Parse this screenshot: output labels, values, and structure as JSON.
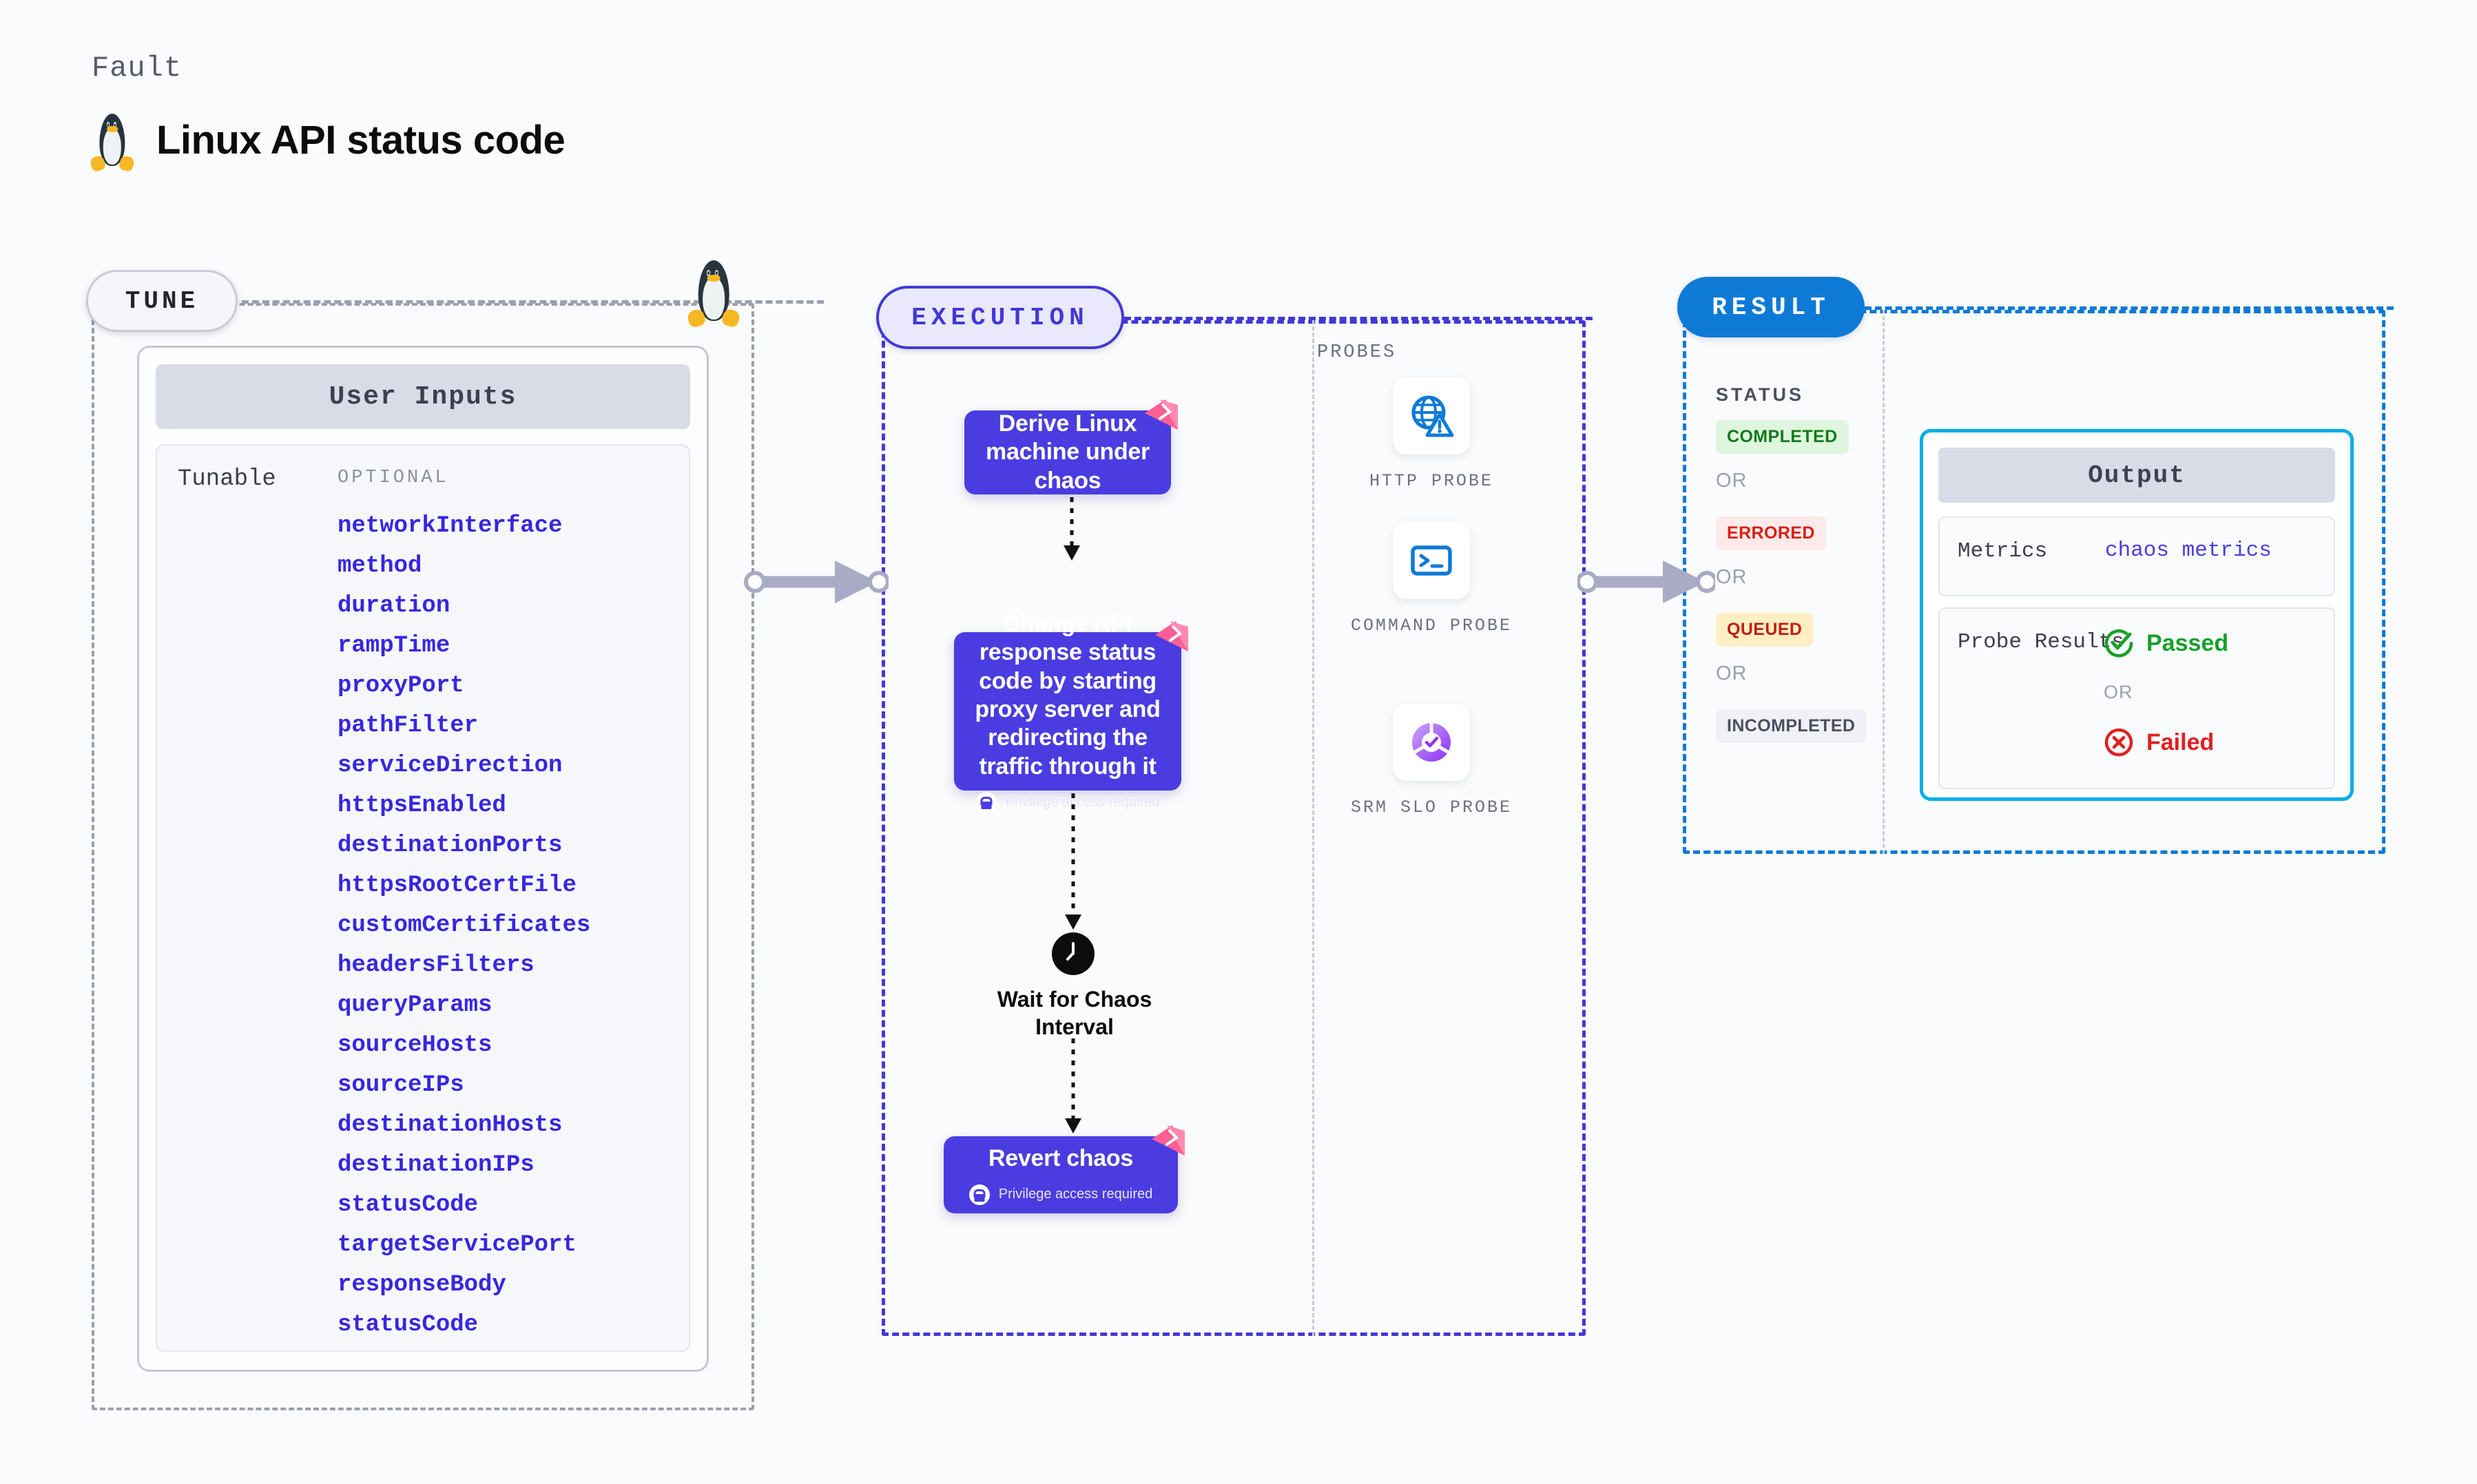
{
  "header": {
    "eyebrow": "Fault",
    "title": "Linux API status code",
    "icon": "linux-penguin-icon"
  },
  "tune": {
    "badge": "TUNE",
    "icon": "linux-penguin-icon",
    "card_title": "User Inputs",
    "group_label": "Tunable",
    "optional_label": "OPTIONAL",
    "params": [
      "networkInterface",
      "method",
      "duration",
      "rampTime",
      "proxyPort",
      "pathFilter",
      "serviceDirection",
      "httpsEnabled",
      "destinationPorts",
      "httpsRootCertFile",
      "customCertificates",
      "headersFilters",
      "queryParams",
      "sourceHosts",
      "sourceIPs",
      "destinationHosts",
      "destinationIPs",
      "statusCode",
      "targetServicePort",
      "responseBody",
      "statusCode"
    ]
  },
  "execution": {
    "badge": "EXECUTION",
    "steps": [
      {
        "text": "Derive Linux machine under chaos",
        "privilege": null
      },
      {
        "text": "Change API response status code by starting proxy server and redirecting the traffic through it",
        "privilege": "Privilege access required"
      }
    ],
    "wait": {
      "label": "Wait for Chaos Interval",
      "icon": "clock-icon"
    },
    "revert": {
      "text": "Revert chaos",
      "privilege": "Privilege access required"
    }
  },
  "probes": {
    "title": "PROBES",
    "items": [
      {
        "label": "HTTP PROBE",
        "icon": "globe-warning-icon"
      },
      {
        "label": "COMMAND PROBE",
        "icon": "terminal-icon"
      },
      {
        "label": "SRM SLO PROBE",
        "icon": "slo-donut-check-icon"
      }
    ]
  },
  "result": {
    "badge": "RESULT",
    "status_title": "STATUS",
    "or_label": "OR",
    "statuses": [
      {
        "label": "COMPLETED",
        "color": "#117a1e",
        "bg": "#dff5de"
      },
      {
        "label": "ERRORED",
        "color": "#d91f11",
        "bg": "#fdeaea"
      },
      {
        "label": "QUEUED",
        "color": "#c21d12",
        "bg": "#fdeec4"
      },
      {
        "label": "INCOMPLETED",
        "color": "#4a4f60",
        "bg": "#f0f1f6"
      }
    ],
    "output": {
      "title": "Output",
      "metrics_key": "Metrics",
      "metrics_value": "chaos metrics",
      "probe_key": "Probe Results",
      "passed": "Passed",
      "failed": "Failed",
      "or_label": "OR",
      "passed_color": "#17a02a",
      "failed_color": "#e02020"
    }
  },
  "colors": {
    "accent_purple": "#4a3ce0",
    "accent_blue": "#0d7ad6",
    "accent_cyan": "#00aee6",
    "flag_pink": "#fb5f93"
  }
}
